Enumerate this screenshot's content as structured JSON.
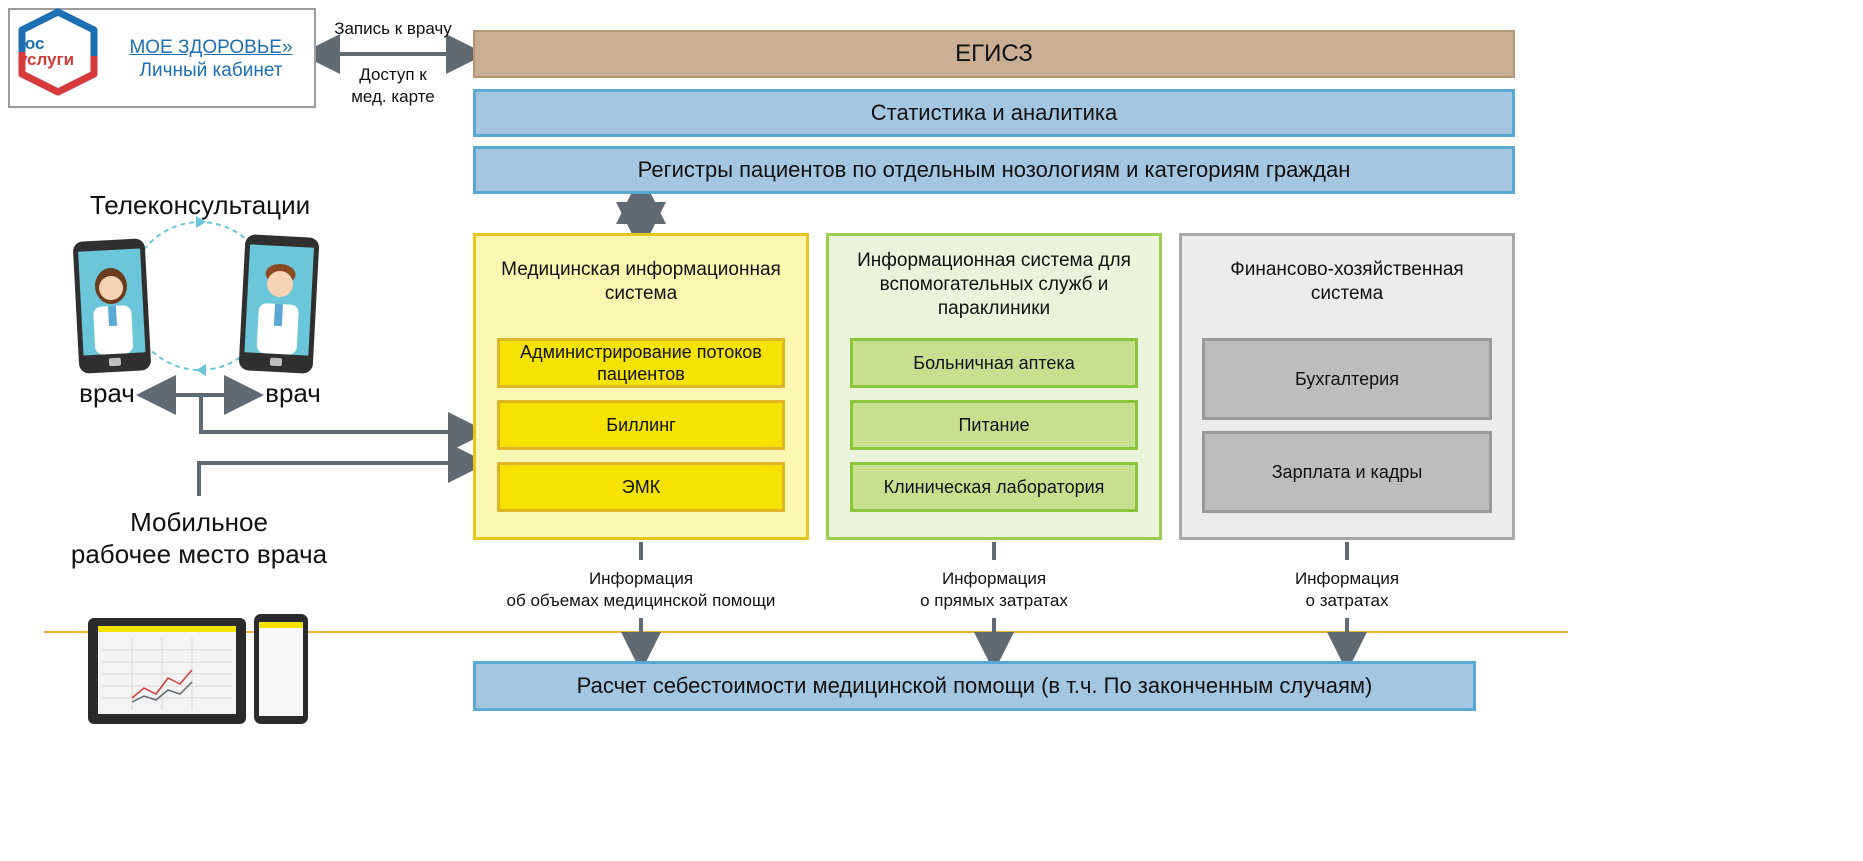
{
  "gosuslugi": {
    "logo_text": "гос\nуслуги",
    "title_link": "МОЕ ЗДОРОВЬЕ»",
    "title_sub": "Личный кабинет"
  },
  "labels": {
    "appointment": "Запись к врачу",
    "access_line1": "Доступ к",
    "access_line2": "мед. карте",
    "teleconsult": "Телеконсультации",
    "doctor_left": "врач",
    "doctor_right": "врач",
    "mobile_line1": "Мобильное",
    "mobile_line2": "рабочее место врача"
  },
  "bars": {
    "egisz": "ЕГИСЗ",
    "stats": "Статистика и аналитика",
    "registers": "Регистры пациентов по отдельным нозологиям и категориям граждан",
    "cost": "Расчет себестоимости медицинской помощи (в т.ч. По законченным случаям)"
  },
  "panels": {
    "mis": {
      "title": "Медицинская информационная система",
      "modules": [
        "Администрирование потоков пациентов",
        "Биллинг",
        "ЭМК"
      ]
    },
    "aux": {
      "title": "Информационная система для вспомогательных служб и параклиники",
      "modules": [
        "Больничная аптека",
        "Питание",
        "Клиническая лаборатория"
      ]
    },
    "fin": {
      "title": "Финансово-хозяйственная система",
      "modules": [
        "Бухгалтерия",
        "Зарплата и кадры"
      ]
    }
  },
  "info": {
    "mis_line1": "Информация",
    "mis_line2": "об объемах медицинской помощи",
    "aux_line1": "Информация",
    "aux_line2": "о прямых затратах",
    "fin_line1": "Информация",
    "fin_line2": "о затратах"
  },
  "colors": {
    "connector": "#5f6a72",
    "separator": "#f2b134",
    "blue_fill": "#a4c6e0",
    "blue_border": "#5aa9d5",
    "egisz_fill": "#c9ae94",
    "gos_blue": "#1c6fb3",
    "gos_red": "#d63a3a"
  },
  "icons": [
    "gosuslugi-logo-icon",
    "doctor-phone-icon",
    "tablet-icon",
    "smartphone-icon"
  ]
}
